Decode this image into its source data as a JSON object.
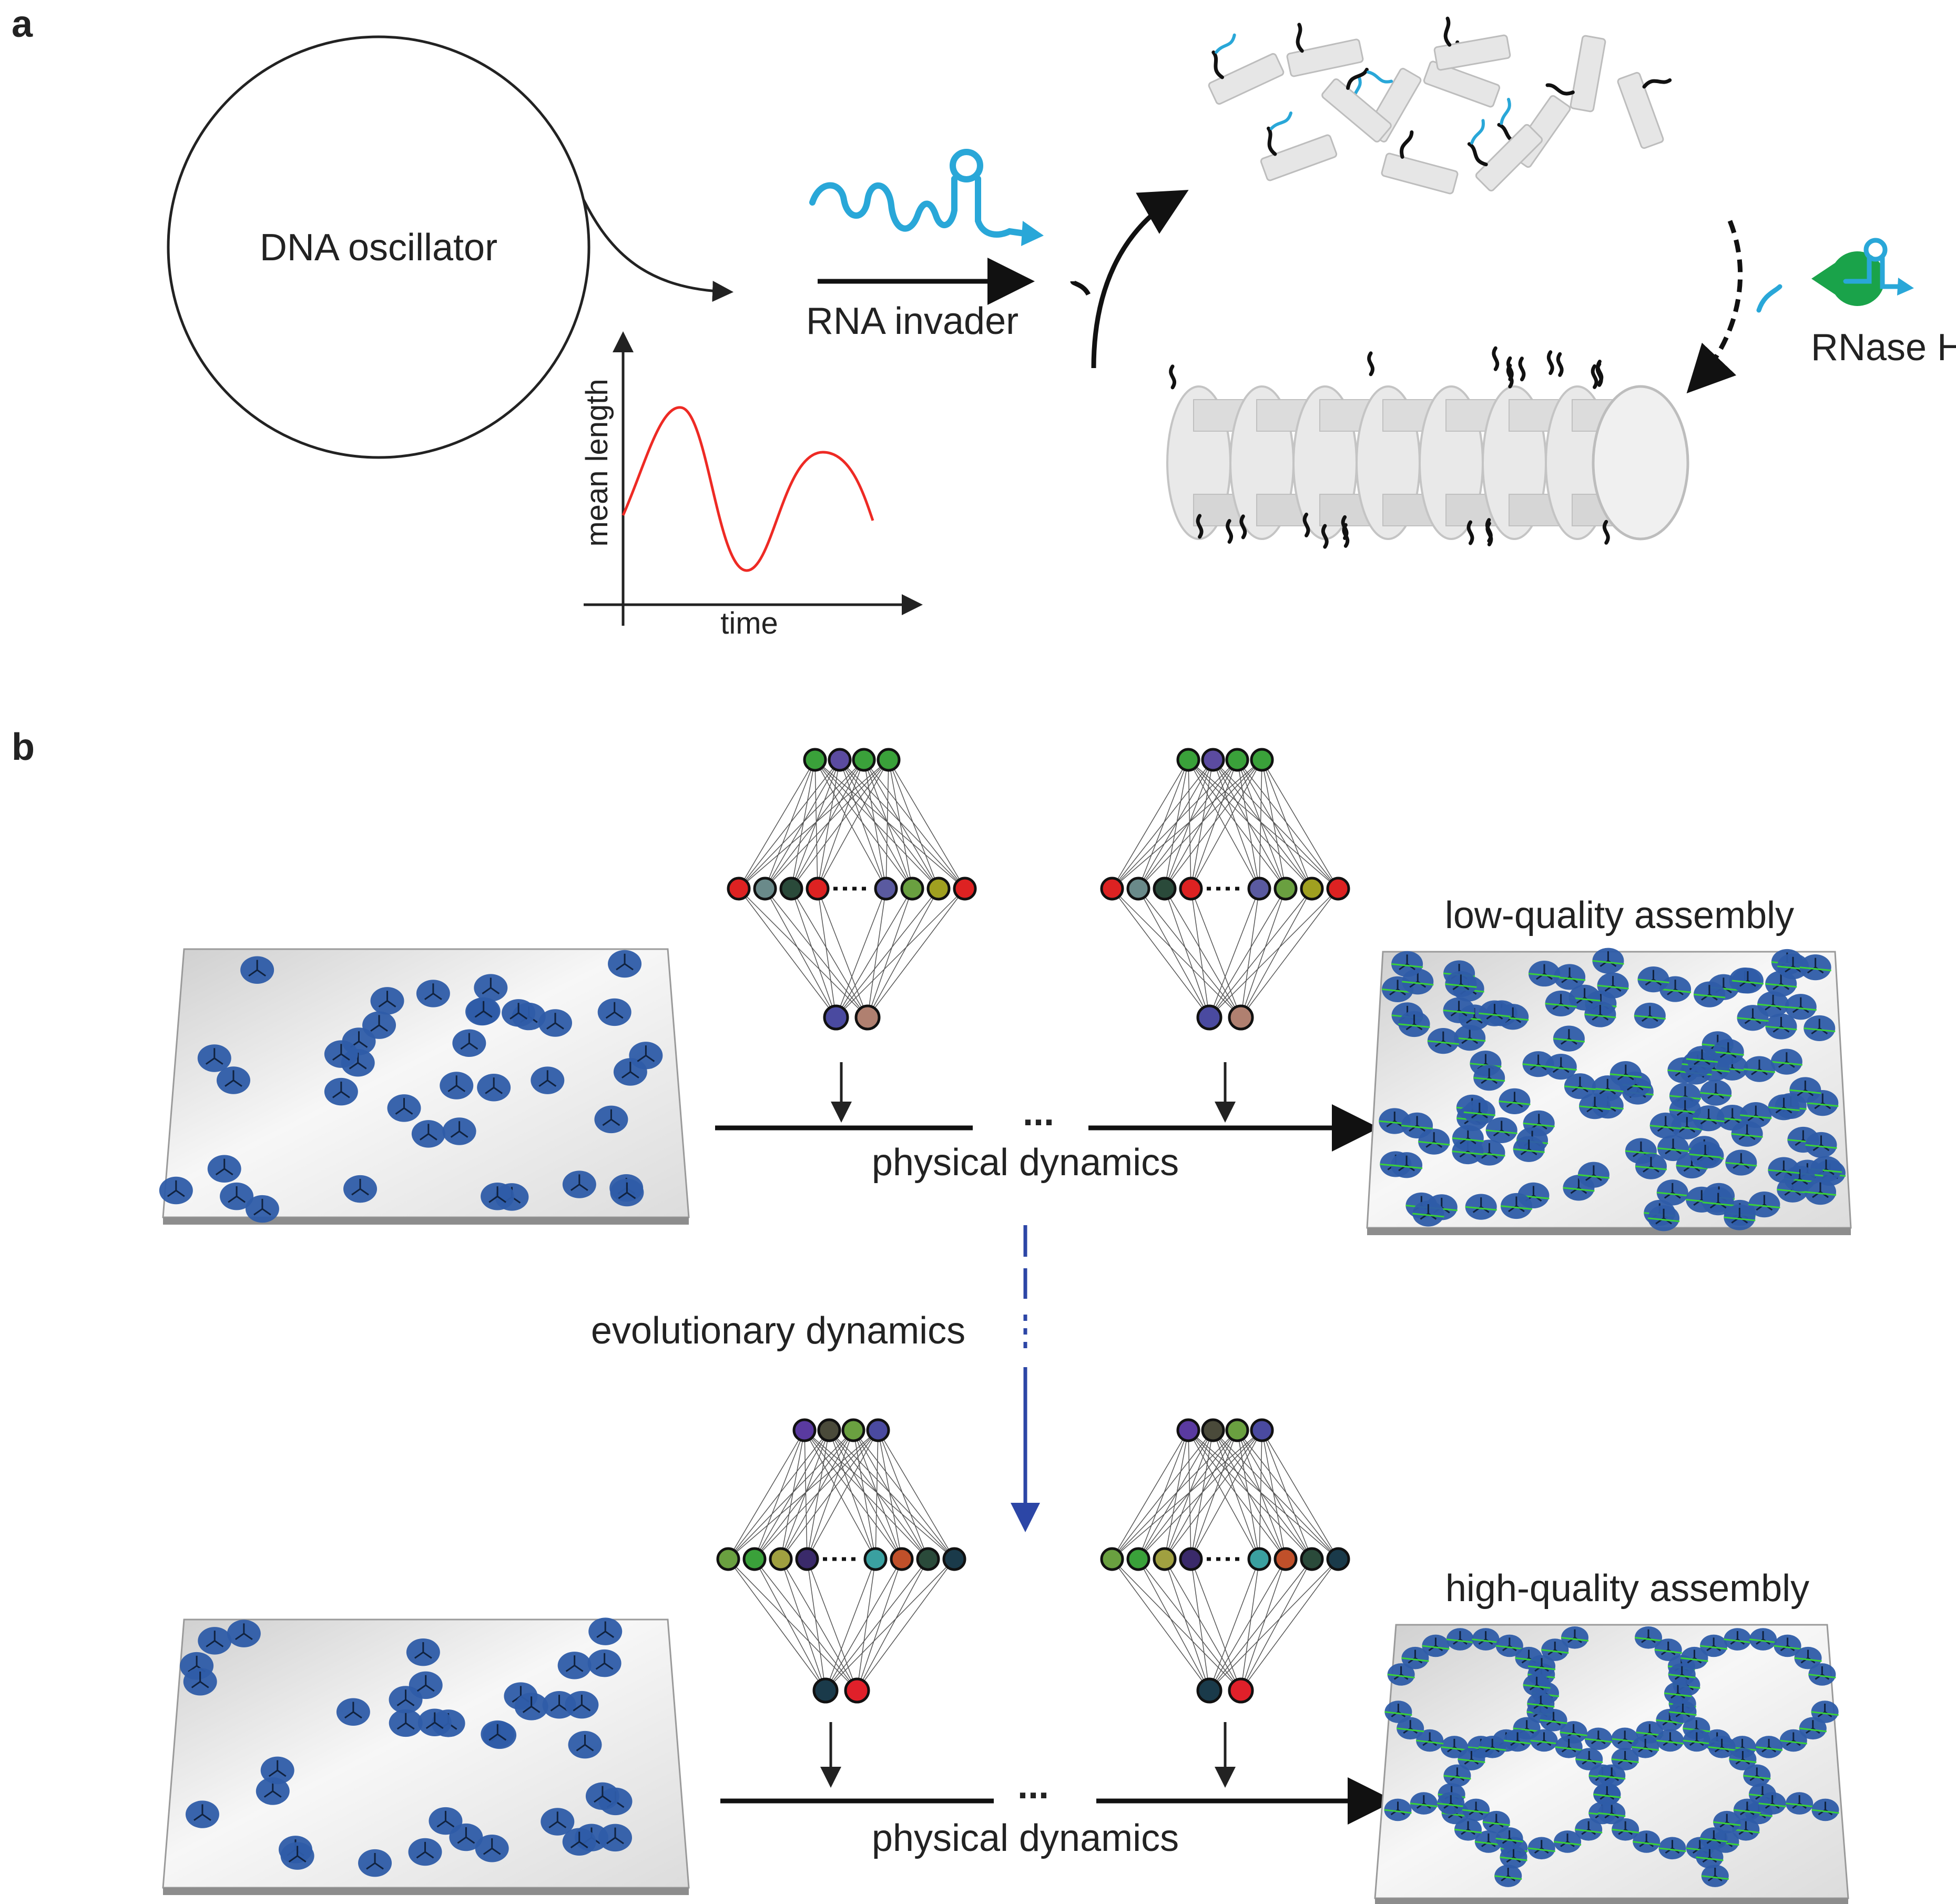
{
  "panel_a": {
    "letter": "a",
    "oscillator_label": "DNA oscillator",
    "invader_label": "RNA invader",
    "enzyme_label": "RNase H",
    "plot": {
      "ylabel": "mean length",
      "xlabel": "time",
      "curve_color": "#ee2a24"
    }
  },
  "panel_b": {
    "letter": "b",
    "top_result_label": "low-quality assembly",
    "bottom_result_label": "high-quality assembly",
    "top_process_label": "physical dynamics",
    "bottom_process_label": "physical dynamics",
    "evolution_label": "evolutionary dynamics",
    "ellipsis": "...",
    "colors": {
      "particle": "#2e5ca8",
      "bond": "#39d13a",
      "evolution_arrow": "#2c46a6",
      "rna": "#29a7d8",
      "enzyme": "#1aa34a"
    }
  }
}
